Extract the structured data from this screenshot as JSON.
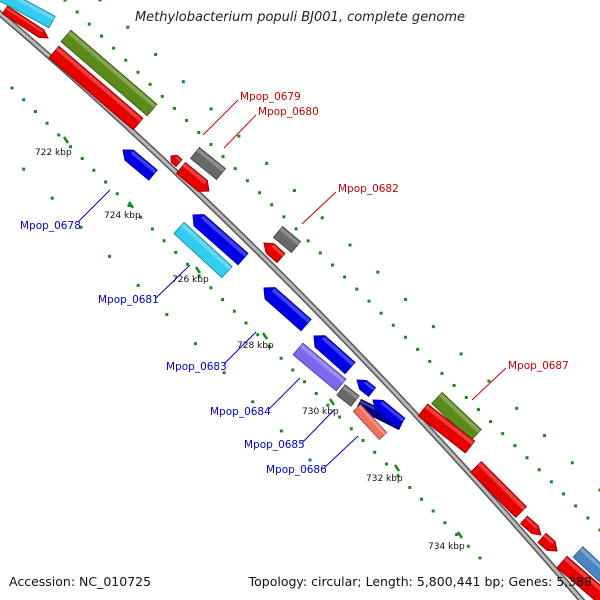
{
  "title": "Methylobacterium populi BJ001, complete genome",
  "footer": {
    "accession": "Accession: NC_010725",
    "stats": "Topology: circular; Length: 5,800,441 bp; Genes: 5,388"
  },
  "ticks": [
    "722 kbp",
    "724 kbp",
    "726 kbp",
    "728 kbp",
    "730 kbp",
    "732 kbp",
    "734 kbp"
  ],
  "labels": {
    "mpop_0678": "Mpop_0678",
    "mpop_0679": "Mpop_0679",
    "mpop_0680": "Mpop_0680",
    "mpop_0681": "Mpop_0681",
    "mpop_0682": "Mpop_0682",
    "mpop_0683": "Mpop_0683",
    "mpop_0684": "Mpop_0684",
    "mpop_0685": "Mpop_0685",
    "mpop_0686": "Mpop_0686",
    "mpop_0687": "Mpop_0687"
  },
  "colors": {
    "forward_cds": "#0000e6",
    "reverse_cds": "#e60000",
    "rna": "#696969",
    "olive_track": "#5a8a1a",
    "cyan_track": "#33ccee",
    "purple_feature": "#7b68ee",
    "navy_feature": "#000080",
    "salmon_feature": "#f07060",
    "steelblue_feature": "#4a86c0",
    "backbone": "#888888",
    "tick_dots": "#1a8a1a",
    "label_forward": "#0000cc",
    "label_reverse": "#cc0000"
  }
}
